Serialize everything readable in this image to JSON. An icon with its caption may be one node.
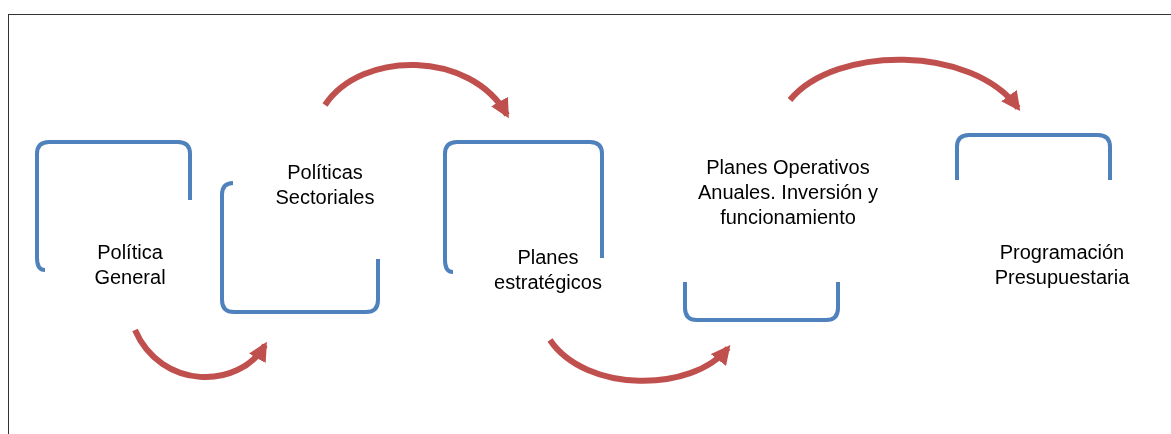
{
  "diagram": {
    "nodes": [
      {
        "text": [
          "Política General"
        ]
      },
      {
        "text": [
          "Políticas Sectoriales"
        ]
      },
      {
        "text": [
          "Planes estratégicos"
        ]
      },
      {
        "text": [
          "Planes Operativos Anuales. Inversión y funcionamiento"
        ]
      },
      {
        "text": [
          "Programación Presupuestaria"
        ]
      }
    ],
    "edges": [
      {
        "from": 0,
        "to": 1,
        "arrow": "to"
      },
      {
        "from": 1,
        "to": 2,
        "arrow": "to"
      },
      {
        "from": 2,
        "to": 3,
        "arrow": "to"
      },
      {
        "from": 3,
        "to": 4,
        "arrow": "to"
      }
    ]
  }
}
